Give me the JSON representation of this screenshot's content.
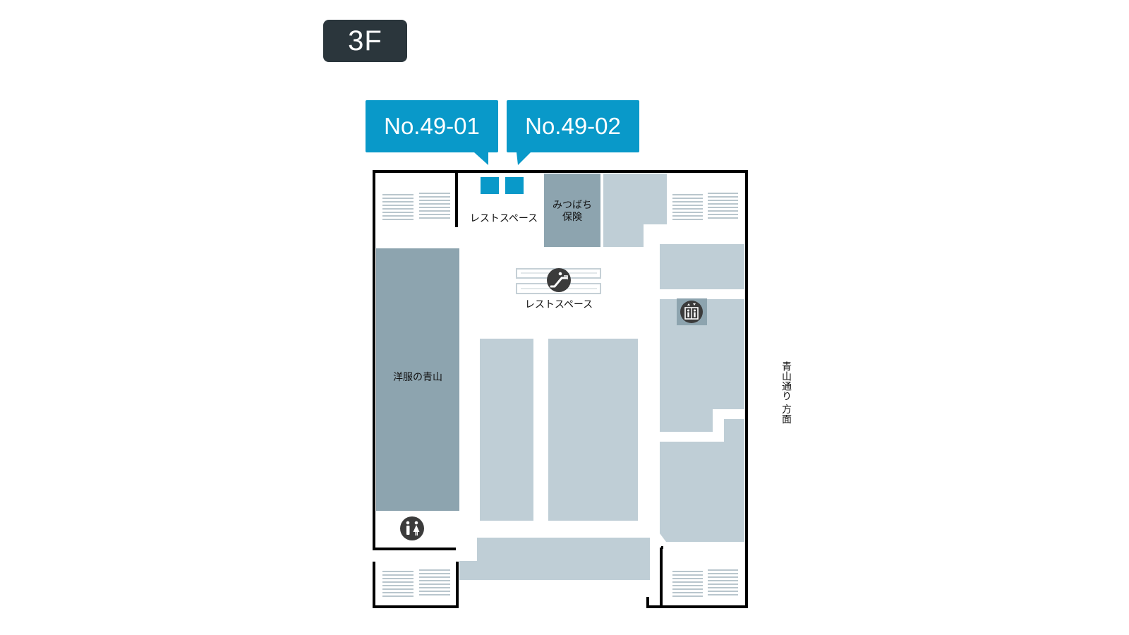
{
  "floor": {
    "label": "3F"
  },
  "callouts": [
    {
      "label": "No.49-01"
    },
    {
      "label": "No.49-02"
    }
  ],
  "areas": {
    "rest_space_top": "レストスペース",
    "rest_space_center": "レストスペース",
    "mitsubachi_line1": "みつばち",
    "mitsubachi_line2": "保険",
    "yofuku_aoyama": "洋服の青山"
  },
  "direction": "青山通り 方面",
  "icons": {
    "escalator": "escalator-icon",
    "elevator": "elevator-icon",
    "restroom": "restroom-icon"
  },
  "colors": {
    "badge": "#2b363c",
    "callout": "#0999c9",
    "highlight_slot": "#0999c9",
    "tenant_dark": "#8da4af",
    "tenant_light": "#bfced6",
    "wall": "#000000",
    "stair": "#b9c6cd"
  }
}
